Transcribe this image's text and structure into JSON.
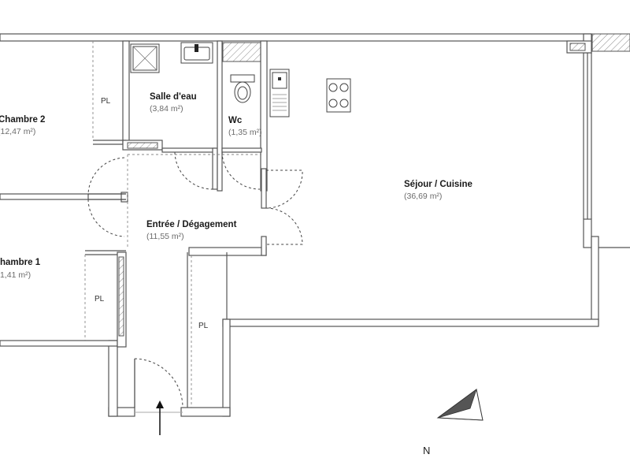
{
  "rooms": {
    "chambre2": {
      "name": "Chambre 2",
      "area": "(12,47 m²)"
    },
    "chambre1": {
      "name": "hambre 1",
      "area": "1,41 m²)"
    },
    "salle_eau": {
      "name": "Salle d'eau",
      "area": "(3,84 m²)"
    },
    "wc": {
      "name": "Wc",
      "area": "(1,35 m²)"
    },
    "sejour": {
      "name": "Séjour / Cuisine",
      "area": "(36,69 m²)"
    },
    "entree": {
      "name": "Entrée / Dégagement",
      "area": "(11,55 m²)"
    }
  },
  "closets": {
    "pl_top": "PL",
    "pl_left": "PL",
    "pl_entree": "PL"
  },
  "compass": {
    "north_label": "N"
  }
}
